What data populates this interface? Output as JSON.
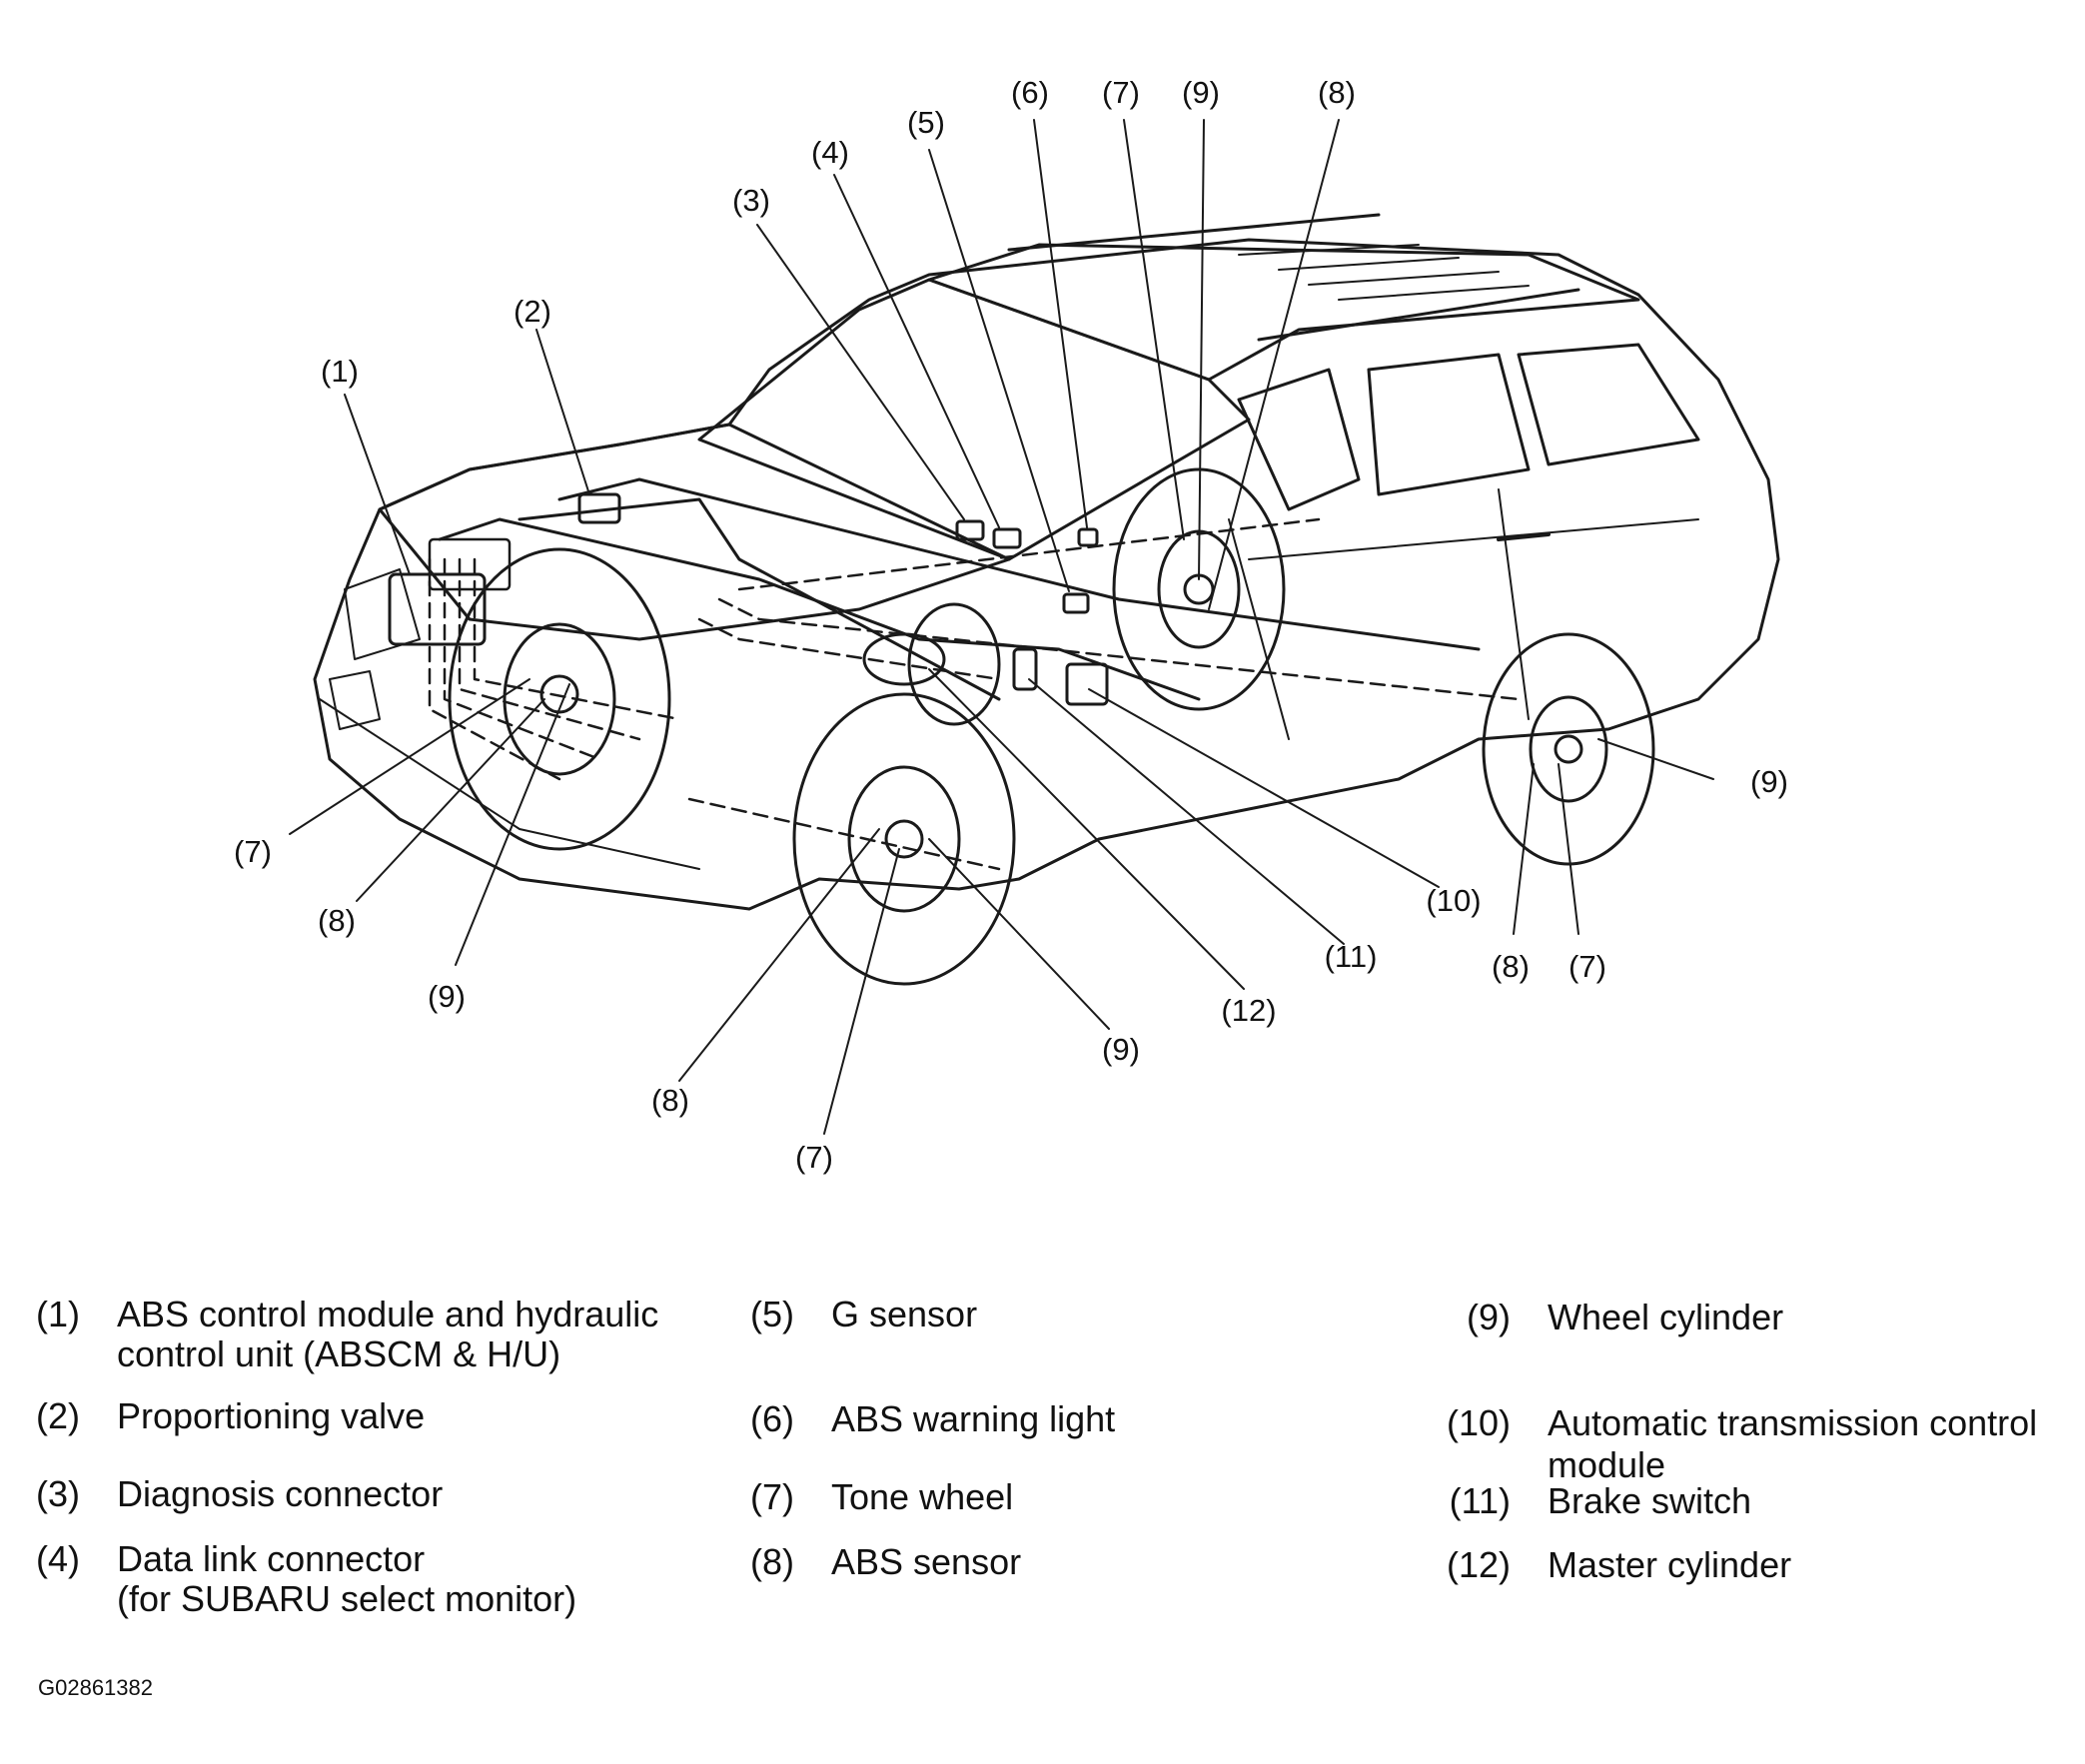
{
  "callouts": [
    {
      "id": "c1",
      "text": "(1)"
    },
    {
      "id": "c2",
      "text": "(2)"
    },
    {
      "id": "c3",
      "text": "(3)"
    },
    {
      "id": "c4",
      "text": "(4)"
    },
    {
      "id": "c5",
      "text": "(5)"
    },
    {
      "id": "c6",
      "text": "(6)"
    },
    {
      "id": "c7a",
      "text": "(7)"
    },
    {
      "id": "c9a",
      "text": "(9)"
    },
    {
      "id": "c8a",
      "text": "(8)"
    },
    {
      "id": "c7b",
      "text": "(7)"
    },
    {
      "id": "c8b",
      "text": "(8)"
    },
    {
      "id": "c9b",
      "text": "(9)"
    },
    {
      "id": "c9c",
      "text": "(9)"
    },
    {
      "id": "c10",
      "text": "(10)"
    },
    {
      "id": "c11",
      "text": "(11)"
    },
    {
      "id": "c12",
      "text": "(12)"
    },
    {
      "id": "c8c",
      "text": "(8)"
    },
    {
      "id": "c7c",
      "text": "(7)"
    },
    {
      "id": "c9d",
      "text": "(9)"
    },
    {
      "id": "c8d",
      "text": "(8)"
    },
    {
      "id": "c7d",
      "text": "(7)"
    }
  ],
  "legend": [
    {
      "num": "(1)",
      "lines": [
        "ABS control module and hydraulic",
        "control unit (ABSCM & H/U)"
      ]
    },
    {
      "num": "(2)",
      "lines": [
        "Proportioning valve"
      ]
    },
    {
      "num": "(3)",
      "lines": [
        "Diagnosis connector"
      ]
    },
    {
      "num": "(4)",
      "lines": [
        "Data link connector",
        "(for SUBARU select monitor)"
      ]
    },
    {
      "num": "(5)",
      "lines": [
        "G sensor"
      ]
    },
    {
      "num": "(6)",
      "lines": [
        "ABS warning light"
      ]
    },
    {
      "num": "(7)",
      "lines": [
        "Tone wheel"
      ]
    },
    {
      "num": "(8)",
      "lines": [
        "ABS sensor"
      ]
    },
    {
      "num": "(9)",
      "lines": [
        "Wheel cylinder"
      ]
    },
    {
      "num": "(10)",
      "lines": [
        "Automatic transmission control",
        "module"
      ]
    },
    {
      "num": "(11)",
      "lines": [
        "Brake switch"
      ]
    },
    {
      "num": "(12)",
      "lines": [
        "Master cylinder"
      ]
    }
  ],
  "figure_code": "G02861382"
}
